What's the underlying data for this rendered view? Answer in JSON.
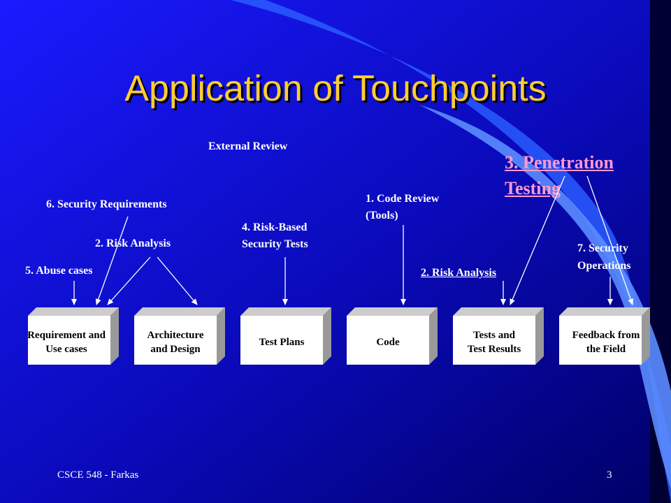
{
  "slide": {
    "title": "Application of Touchpoints",
    "footer_left": "CSCE 548 - Farkas",
    "page_number": "3",
    "colors": {
      "background": "#000066",
      "title": "#ffcc33",
      "highlight": "#ff99cc",
      "box": "#ffffff"
    }
  },
  "labels": {
    "external_review": "External Review",
    "penetration_line1": "3. Penetration",
    "penetration_line2": "Testing",
    "security_requirements": "6. Security Requirements",
    "risk_analysis_left": "2. Risk Analysis",
    "abuse_cases": "5. Abuse cases",
    "risk_based_line1": "4. Risk-Based",
    "risk_based_line2": "Security Tests",
    "code_review_line1": "1. Code Review",
    "code_review_line2": "(Tools)",
    "risk_analysis_right": "2. Risk Analysis",
    "security_ops_line1": "7. Security",
    "security_ops_line2": "Operations"
  },
  "stages": [
    {
      "id": "requirements",
      "label": "Requirement and\nUse cases"
    },
    {
      "id": "architecture",
      "label": "Architecture\nand Design"
    },
    {
      "id": "test-plans",
      "label": "Test Plans"
    },
    {
      "id": "code",
      "label": "Code"
    },
    {
      "id": "tests",
      "label": "Tests and\nTest Results"
    },
    {
      "id": "feedback",
      "label": "Feedback from\nthe Field"
    }
  ]
}
